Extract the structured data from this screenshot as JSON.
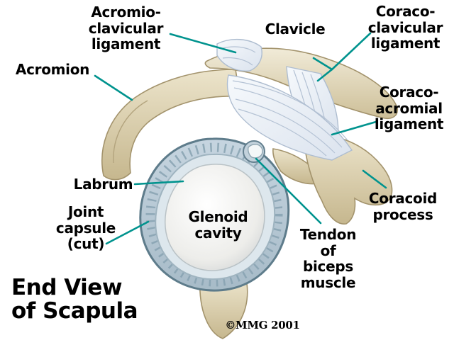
{
  "title": "End View\nof Scapula",
  "copyright": "©MMG 2001",
  "labels": {
    "acromioclavicular_ligament": "Acromio-\nclavicular\nligament",
    "clavicle": "Clavicle",
    "coracoclavicular_ligament": "Coraco-\nclavicular\nligament",
    "acromion": "Acromion",
    "coracoacromial_ligament": "Coraco-\nacromial\nligament",
    "labrum": "Labrum",
    "joint_capsule": "Joint\ncapsule\n(cut)",
    "glenoid_cavity": "Glenoid\ncavity",
    "tendon_of_biceps_muscle": "Tendon\nof\nbiceps\nmuscle",
    "coracoid_process": "Coracoid\nprocess"
  },
  "colors": {
    "background": "#ffffff",
    "text": "#000000",
    "leader_line": "#00938e",
    "bone": "#d7c9a3",
    "ligament": "#e9eef5",
    "joint_capsule": "#b7c9d5",
    "glenoid_cavity": "#f4f4f1"
  }
}
